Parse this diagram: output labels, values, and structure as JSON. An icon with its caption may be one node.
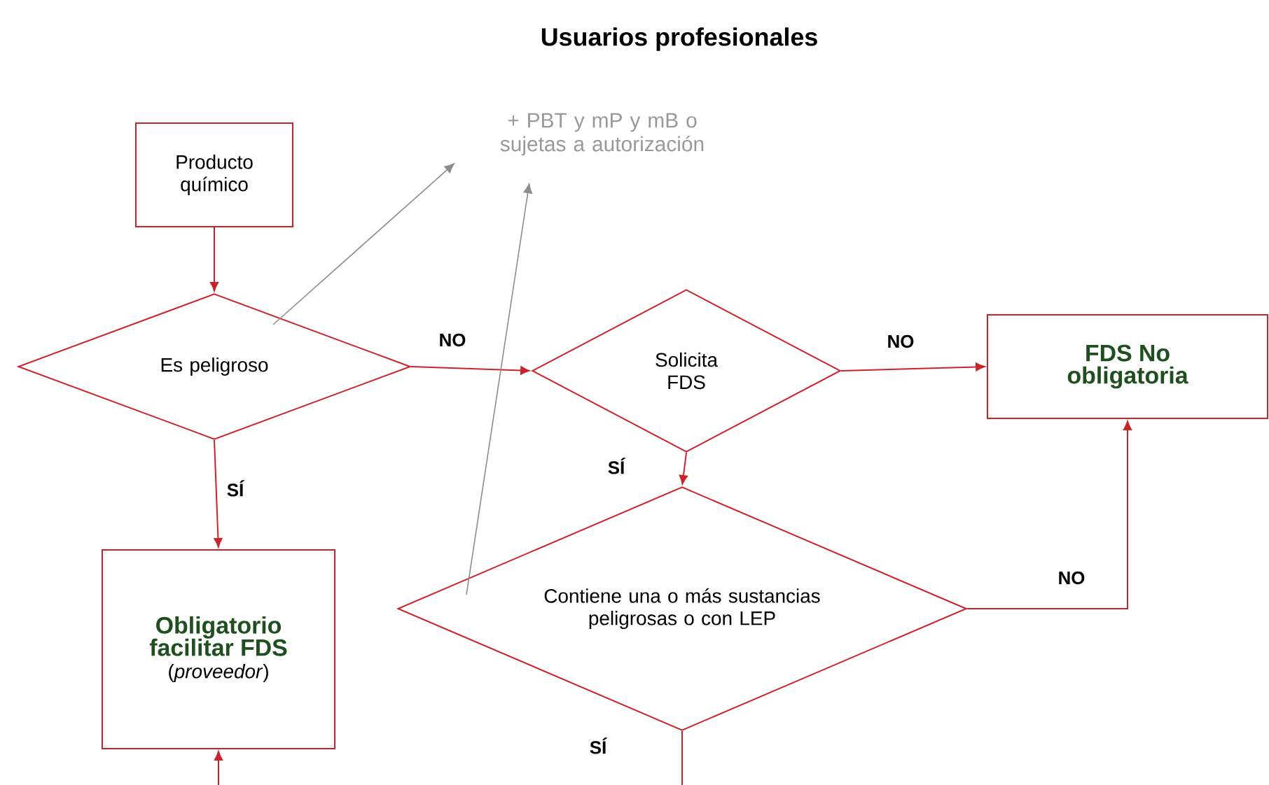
{
  "diagram": {
    "title": "Usuarios profesionales",
    "nodes": [
      {
        "text": [
          "Producto químico"
        ]
      },
      {
        "text": [
          "Es peligroso"
        ]
      },
      {
        "text": [
          "Solicita FDS"
        ]
      },
      {
        "text": [
          "FDS No obligatoria"
        ]
      },
      {
        "text": [
          "Obligatorio facilitar FDS",
          "(*proveedor*)"
        ]
      },
      {
        "text": [
          "Contiene una o más sustancias peligrosas o con LEP"
        ]
      },
      {
        "text": [
          "+ PBT y mP y mB o sujetas a autorización"
        ]
      }
    ],
    "edges": [
      {
        "from": 0,
        "to": 1,
        "arrow": "to"
      },
      {
        "from": 1,
        "to": 2,
        "arrow": "to",
        "label": "NO"
      },
      {
        "from": 1,
        "to": 4,
        "arrow": "to",
        "label": "SÍ"
      },
      {
        "from": 2,
        "to": 3,
        "arrow": "to",
        "label": "NO"
      },
      {
        "from": 2,
        "to": 5,
        "arrow": "to",
        "label": "SÍ"
      },
      {
        "from": 5,
        "to": 3,
        "arrow": "to",
        "label": "NO"
      },
      {
        "from": 1,
        "to": 6,
        "arrow": "to",
        "color": "#8c8c8c"
      },
      {
        "from": 5,
        "to": 6,
        "arrow": "to",
        "color": "#8c8c8c"
      },
      {
        "from": null,
        "to": 4,
        "arrow": "to"
      },
      {
        "from": 5,
        "to": null,
        "arrow": "none",
        "label": "SÍ"
      }
    ]
  }
}
